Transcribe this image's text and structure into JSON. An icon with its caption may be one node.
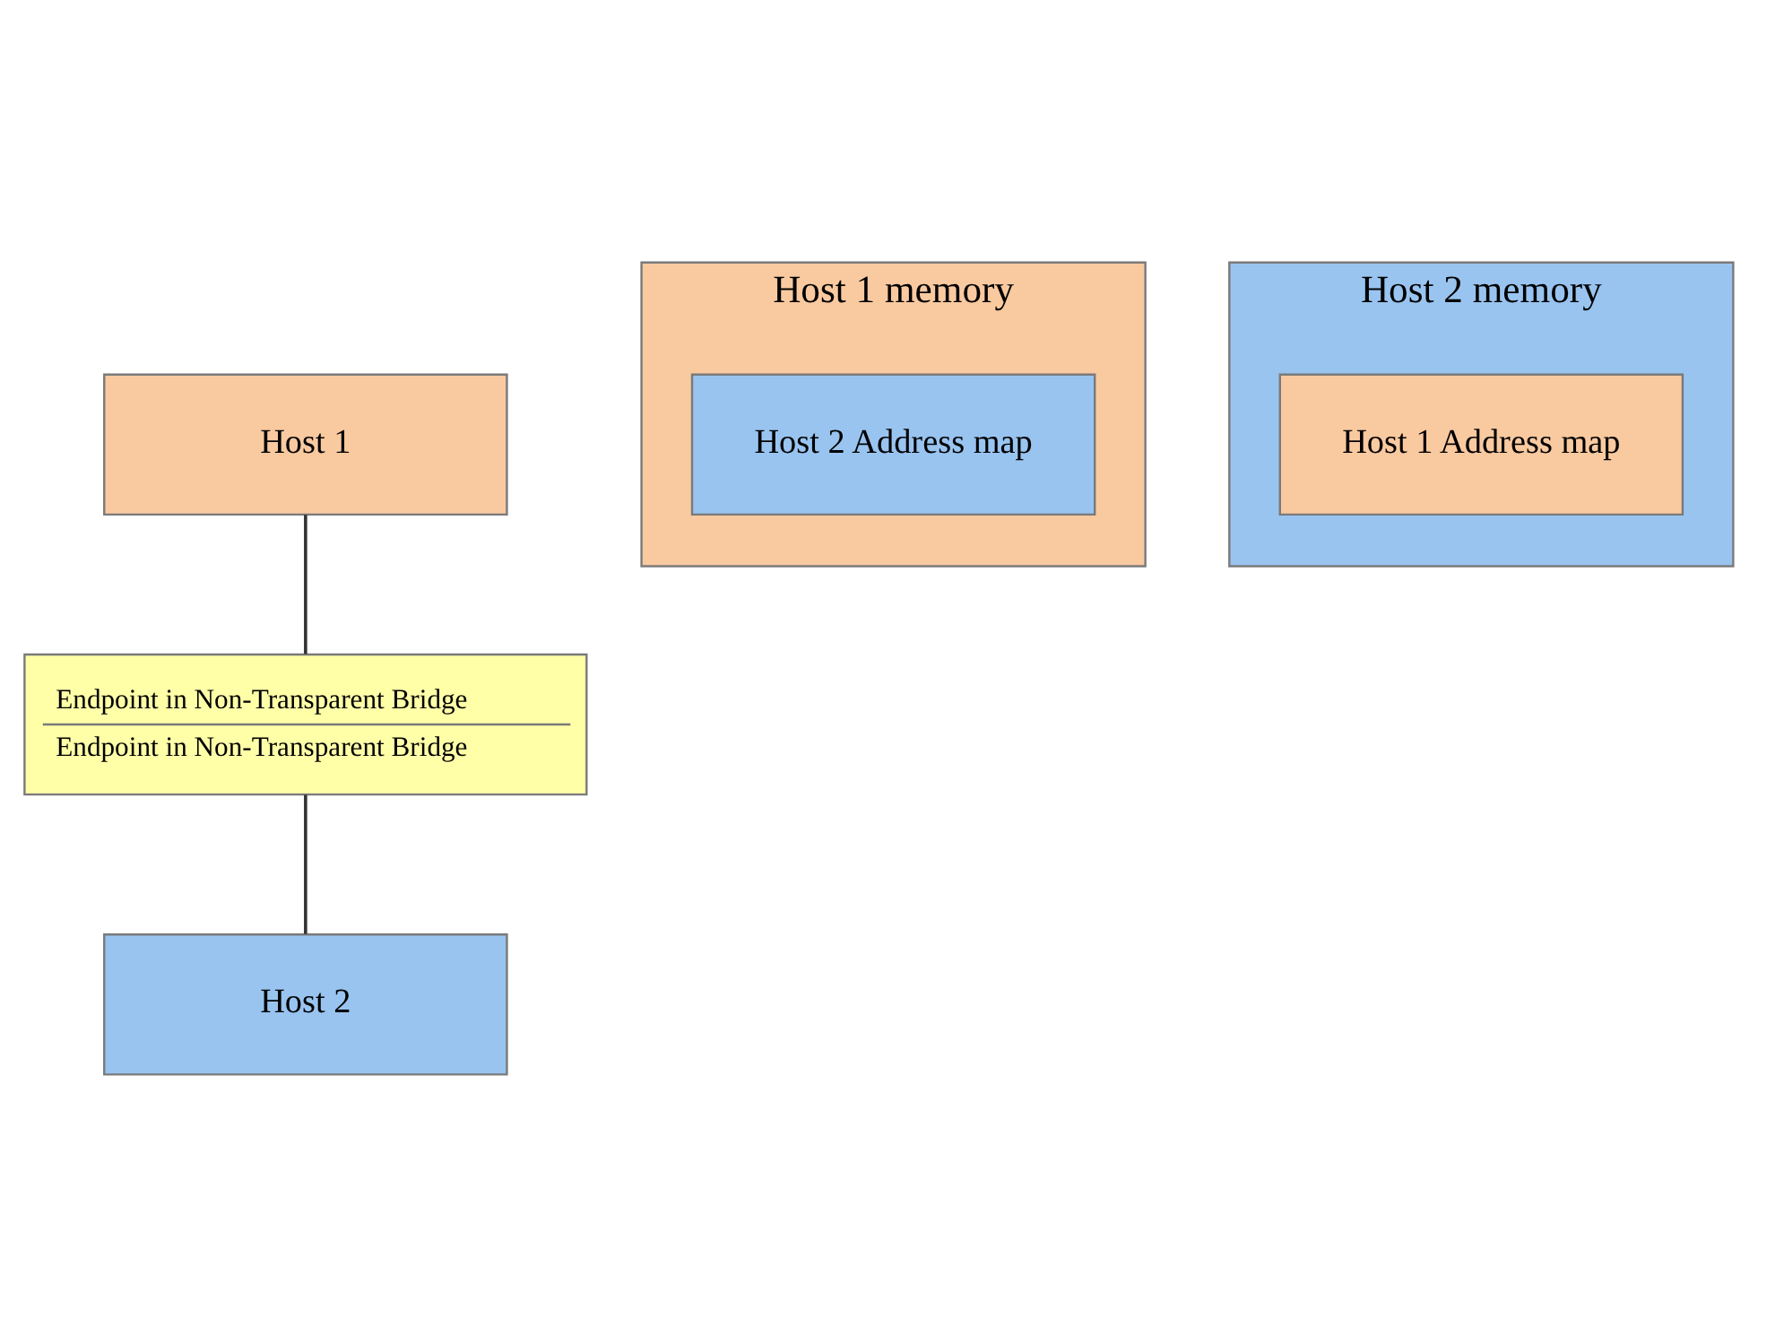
{
  "diagram": {
    "nodes": [
      {
        "text": [
          "Host 1"
        ]
      },
      {
        "text": [
          "Endpoint in Non-Transparent Bridge",
          "Endpoint in Non-Transparent Bridge"
        ]
      },
      {
        "text": [
          "Host 2"
        ]
      },
      {
        "text": [
          "Host 1 memory"
        ]
      },
      {
        "text": [
          "Host 2 Address map"
        ],
        "in": 3
      },
      {
        "text": [
          "Host 2 memory"
        ]
      },
      {
        "text": [
          "Host 1 Address map"
        ],
        "in": 5
      }
    ],
    "edges": [
      {
        "from": 0,
        "to": 1,
        "arrow": "none"
      },
      {
        "from": 1,
        "to": 2,
        "arrow": "none"
      }
    ]
  }
}
